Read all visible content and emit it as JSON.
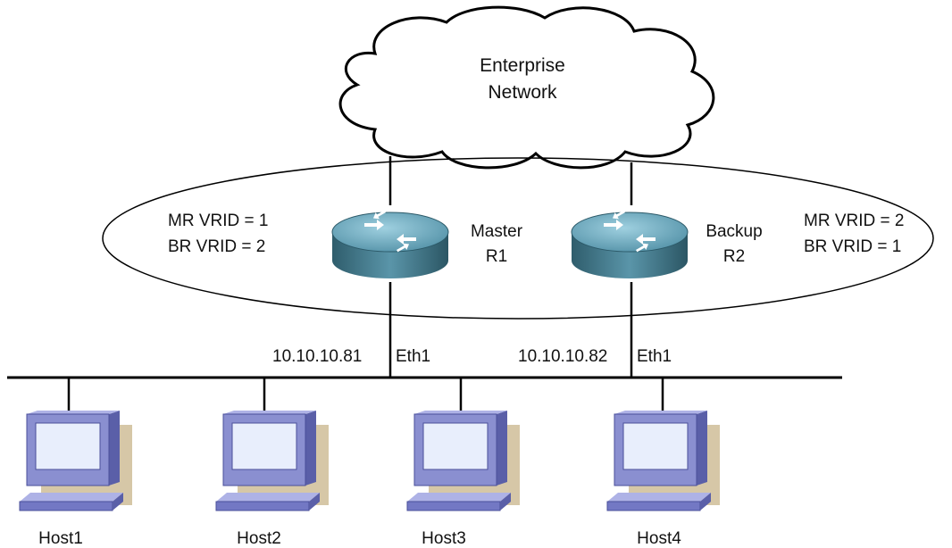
{
  "cloud": {
    "line1": "Enterprise",
    "line2": "Network"
  },
  "routers": [
    {
      "role": "Master",
      "name": "R1",
      "ip": "10.10.10.81",
      "interface": "Eth1",
      "vrid_lines": [
        "MR VRID = 1",
        "BR VRID = 2"
      ]
    },
    {
      "role": "Backup",
      "name": "R2",
      "ip": "10.10.10.82",
      "interface": "Eth1",
      "vrid_lines": [
        "MR VRID = 2",
        "BR VRID = 1"
      ]
    }
  ],
  "hosts": [
    {
      "name": "Host1"
    },
    {
      "name": "Host2"
    },
    {
      "name": "Host3"
    },
    {
      "name": "Host4"
    }
  ],
  "colors": {
    "router_top": "#6aa3b8",
    "router_side": "#3f7487",
    "host_frame": "#8a8fd0",
    "host_screen": "#e8eefc",
    "host_shadow": "#c8b48a"
  }
}
